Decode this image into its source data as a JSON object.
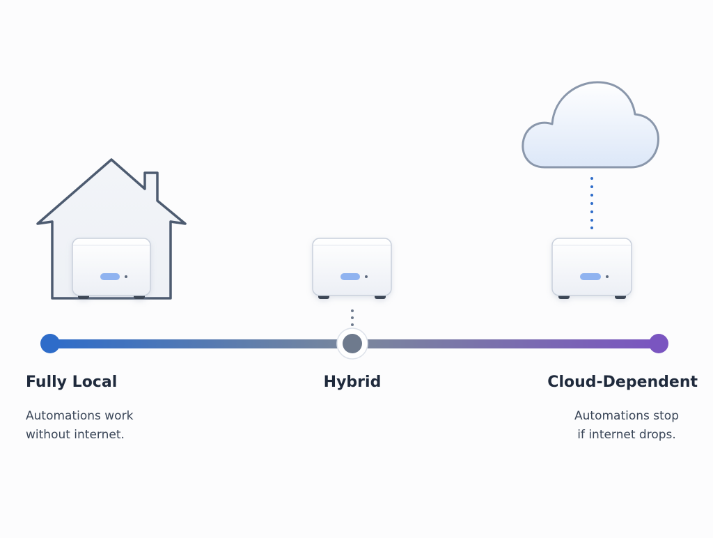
{
  "labels": {
    "local": "Fully Local",
    "hybrid": "Hybrid",
    "cloud": "Cloud-Dependent"
  },
  "descriptions": {
    "local_line1": "Automations work",
    "local_line2": "without internet.",
    "cloud_line1": "Automations stop",
    "cloud_line2": "if internet drops."
  },
  "icons": [
    "house-icon",
    "hub-device-icon",
    "cloud-icon"
  ],
  "colors": {
    "local": "#2e6cc9",
    "hybrid": "#6e7a8d",
    "cloud": "#7a55c0",
    "outline": "#4d5b70"
  }
}
